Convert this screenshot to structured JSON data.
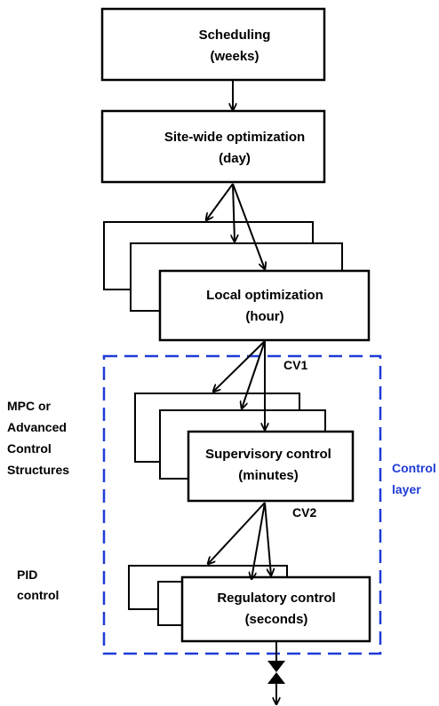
{
  "levels": {
    "scheduling": {
      "title": "Scheduling",
      "sub": "(weeks)"
    },
    "site_wide": {
      "title": "Site-wide optimization",
      "sub": "(day)"
    },
    "local": {
      "title": "Local optimization",
      "sub": "(hour)"
    },
    "supervisory": {
      "title": "Supervisory control",
      "sub": "(minutes)"
    },
    "regulatory": {
      "title": "Regulatory control",
      "sub": "(seconds)"
    }
  },
  "signals": {
    "cv1": "CV1",
    "cv2": "CV2"
  },
  "side_labels": {
    "mpc": [
      "MPC or",
      "Advanced",
      "Control",
      "Structures"
    ],
    "pid": [
      "PID",
      "control"
    ]
  },
  "control_layer": {
    "label": [
      "Control",
      "layer"
    ],
    "color": "#1f3bd6"
  }
}
